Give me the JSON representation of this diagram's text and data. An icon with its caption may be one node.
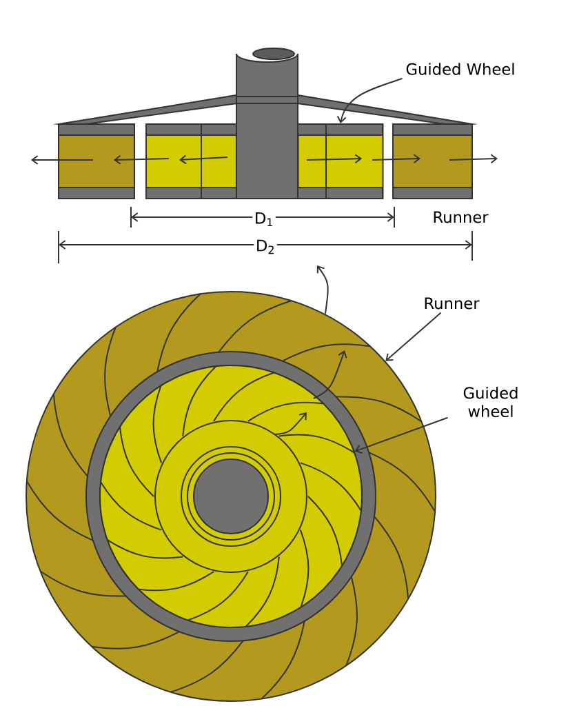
{
  "diagram": {
    "nodes": [
      {
        "text": [
          "Guided Wheel"
        ]
      },
      {
        "text": [],
        "shape": "box"
      },
      {
        "text": [
          "Runner"
        ]
      },
      {
        "text": [],
        "shape": "circle"
      },
      {
        "text": [
          "Guided wheel"
        ]
      },
      {
        "text": [],
        "shape": "circle",
        "in": 3
      }
    ],
    "edges": [
      {
        "from": 0,
        "to": 1,
        "arrow": "to"
      },
      {
        "from": 2,
        "to": 3,
        "arrow": "to"
      },
      {
        "from": 4,
        "to": 5,
        "arrow": "to"
      }
    ],
    "labels": [
      "D$_{1}$",
      "Runner",
      "D$_{2}$"
    ]
  }
}
